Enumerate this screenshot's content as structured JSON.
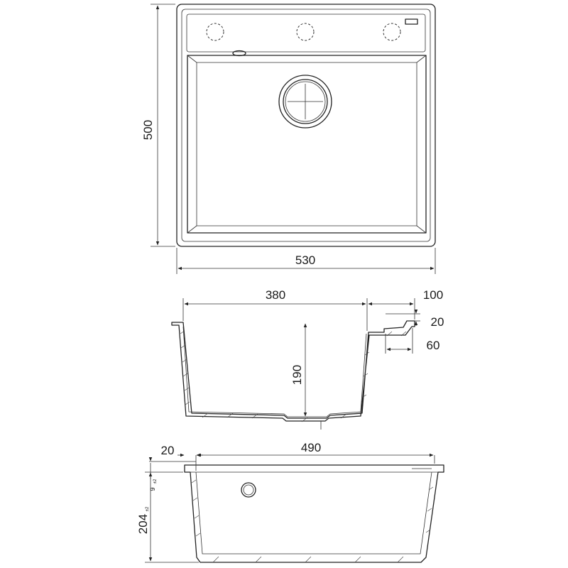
{
  "top_view": {
    "dims": {
      "depth": "500",
      "width": "530"
    }
  },
  "side_view": {
    "dims": {
      "bowl_length": "380",
      "deck": "100",
      "deck_height": "20",
      "drain_offset": "60",
      "bowl_depth": "190"
    }
  },
  "front_view": {
    "dims": {
      "rim": "20",
      "inner_length": "490",
      "total_height": "204",
      "total_height_tol": "±2",
      "rim_height": "9",
      "rim_height_tol": "±2"
    }
  }
}
